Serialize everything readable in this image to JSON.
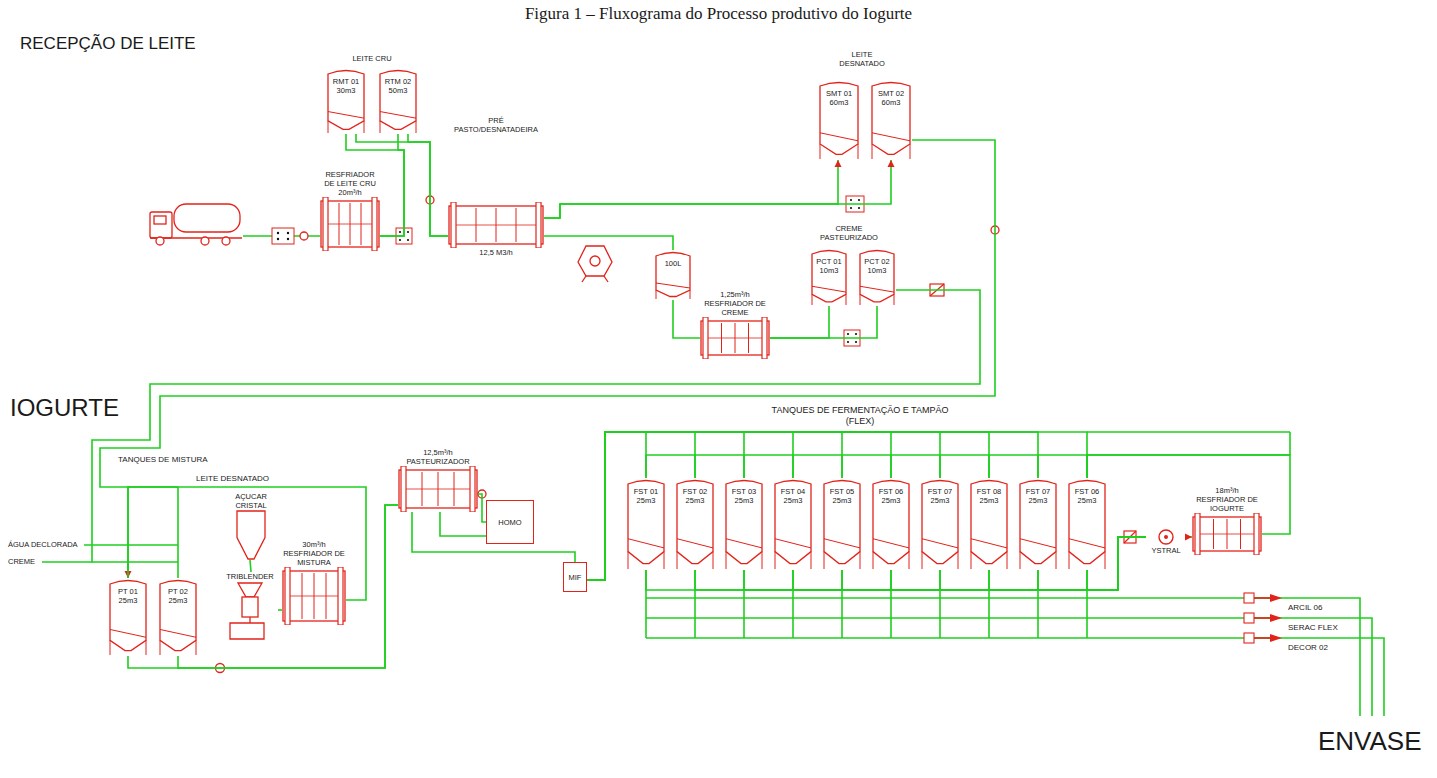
{
  "diagram": {
    "title": "Figura 1 – Fluxograma do Processo produtivo do Iogurte",
    "nodes": [
      {
        "text": [
          "RMT 01 30m3"
        ]
      },
      {
        "text": [
          "RTM 02 50m3"
        ]
      },
      {
        "text": [
          "RESFRIADOR DE LEITE CRU 20m³/h"
        ]
      },
      {
        "text": [
          "PRÉ PASTO/DESNATADEIRA",
          "12,5 M3/h"
        ]
      },
      {
        "text": [
          "SMT 01 60m3"
        ]
      },
      {
        "text": [
          "SMT 02 60m3"
        ]
      },
      {
        "text": [
          "100L"
        ]
      },
      {
        "text": [
          "1,25m³/h RESFRIADOR DE CREME"
        ]
      },
      {
        "text": [
          "PCT 01 10m3"
        ]
      },
      {
        "text": [
          "PCT 02 10m3"
        ]
      },
      {
        "text": [
          "PT 01 25m3"
        ]
      },
      {
        "text": [
          "PT 02 25m3"
        ]
      },
      {
        "text": [
          "AÇUCAR CRISTAL"
        ]
      },
      {
        "text": [
          "TRIBLENDER"
        ]
      },
      {
        "text": [
          "30m³/h RESFRIADOR DE MISTURA"
        ]
      },
      {
        "text": [
          "12,5m³/h PASTEURIZADOR"
        ]
      },
      {
        "text": [
          "HOMO"
        ]
      },
      {
        "text": [
          "MIF"
        ]
      },
      {
        "text": [
          "FST 01 25m3"
        ]
      },
      {
        "text": [
          "FST 02 25m3"
        ]
      },
      {
        "text": [
          "FST 03 25m3"
        ]
      },
      {
        "text": [
          "FST 04 25m3"
        ]
      },
      {
        "text": [
          "FST 05 25m3"
        ]
      },
      {
        "text": [
          "FST 06 25m3"
        ]
      },
      {
        "text": [
          "FST 07 25m3"
        ]
      },
      {
        "text": [
          "FST 08 25m3"
        ]
      },
      {
        "text": [
          "FST 07 25m3"
        ]
      },
      {
        "text": [
          "FST 06 25m3"
        ]
      },
      {
        "text": [
          "YSTRAL"
        ]
      },
      {
        "text": [
          "18m³/h RESFRIADOR DE IOGURTE"
        ]
      }
    ],
    "edges": [
      {
        "from": 2,
        "to": 0,
        "arrow": "none"
      },
      {
        "from": 2,
        "to": 1,
        "arrow": "none"
      },
      {
        "from": 0,
        "to": 3,
        "arrow": "none"
      },
      {
        "from": 1,
        "to": 3,
        "arrow": "none"
      },
      {
        "from": 3,
        "to": 4,
        "arrow": "to"
      },
      {
        "from": 3,
        "to": 5,
        "arrow": "to"
      },
      {
        "from": 3,
        "to": 6,
        "arrow": "none"
      },
      {
        "from": 6,
        "to": 7,
        "arrow": "none"
      },
      {
        "from": 7,
        "to": 8,
        "arrow": "none"
      },
      {
        "from": 7,
        "to": 9,
        "arrow": "none"
      },
      {
        "from": 5,
        "to": 10,
        "arrow": "none"
      },
      {
        "from": 9,
        "to": 10,
        "arrow": "to"
      },
      {
        "from": 12,
        "to": 13,
        "arrow": "none"
      },
      {
        "from": 13,
        "to": 14,
        "arrow": "none"
      },
      {
        "from": 14,
        "to": 10,
        "arrow": "none"
      },
      {
        "from": 10,
        "to": 15,
        "arrow": "none"
      },
      {
        "from": 11,
        "to": 15,
        "arrow": "none"
      },
      {
        "from": 15,
        "to": 16,
        "arrow": "none"
      },
      {
        "from": 16,
        "to": 15,
        "arrow": "none"
      },
      {
        "from": 15,
        "to": 17,
        "arrow": "none"
      },
      {
        "from": 17,
        "to": 18,
        "arrow": "none"
      },
      {
        "from": 17,
        "to": 19,
        "arrow": "none"
      },
      {
        "from": 17,
        "to": 20,
        "arrow": "none"
      },
      {
        "from": 17,
        "to": 21,
        "arrow": "none"
      },
      {
        "from": 17,
        "to": 22,
        "arrow": "none"
      },
      {
        "from": 17,
        "to": 23,
        "arrow": "none"
      },
      {
        "from": 17,
        "to": 24,
        "arrow": "none"
      },
      {
        "from": 17,
        "to": 25,
        "arrow": "none"
      },
      {
        "from": 17,
        "to": 26,
        "arrow": "none"
      },
      {
        "from": 17,
        "to": 27,
        "arrow": "none"
      },
      {
        "from": 18,
        "to": 28,
        "arrow": "none"
      },
      {
        "from": 19,
        "to": 28,
        "arrow": "none"
      },
      {
        "from": 20,
        "to": 28,
        "arrow": "none"
      },
      {
        "from": 21,
        "to": 28,
        "arrow": "none"
      },
      {
        "from": 22,
        "to": 28,
        "arrow": "none"
      },
      {
        "from": 23,
        "to": 28,
        "arrow": "none"
      },
      {
        "from": 24,
        "to": 28,
        "arrow": "none"
      },
      {
        "from": 25,
        "to": 28,
        "arrow": "none"
      },
      {
        "from": 26,
        "to": 28,
        "arrow": "none"
      },
      {
        "from": 27,
        "to": 28,
        "arrow": "none"
      },
      {
        "from": 28,
        "to": 29,
        "arrow": "to"
      },
      {
        "from": 29,
        "to": 27,
        "arrow": "none"
      }
    ],
    "labels": [
      "RECEPÇÃO DE LEITE",
      "LEITE CRU",
      "LEITE DESNATADO",
      "CREME PASTEURIZADO",
      "IOGURTE",
      "TANQUES DE MISTURA",
      "LEITE DESNATADO",
      "ÁGUA DECLORADA",
      "CREME",
      "TANQUES DE FERMENTAÇÃO E TAMPÃO (FLEX)",
      "ARCIL 06",
      "SERAC FLEX",
      "DECOR 02",
      "ENVASE"
    ]
  }
}
